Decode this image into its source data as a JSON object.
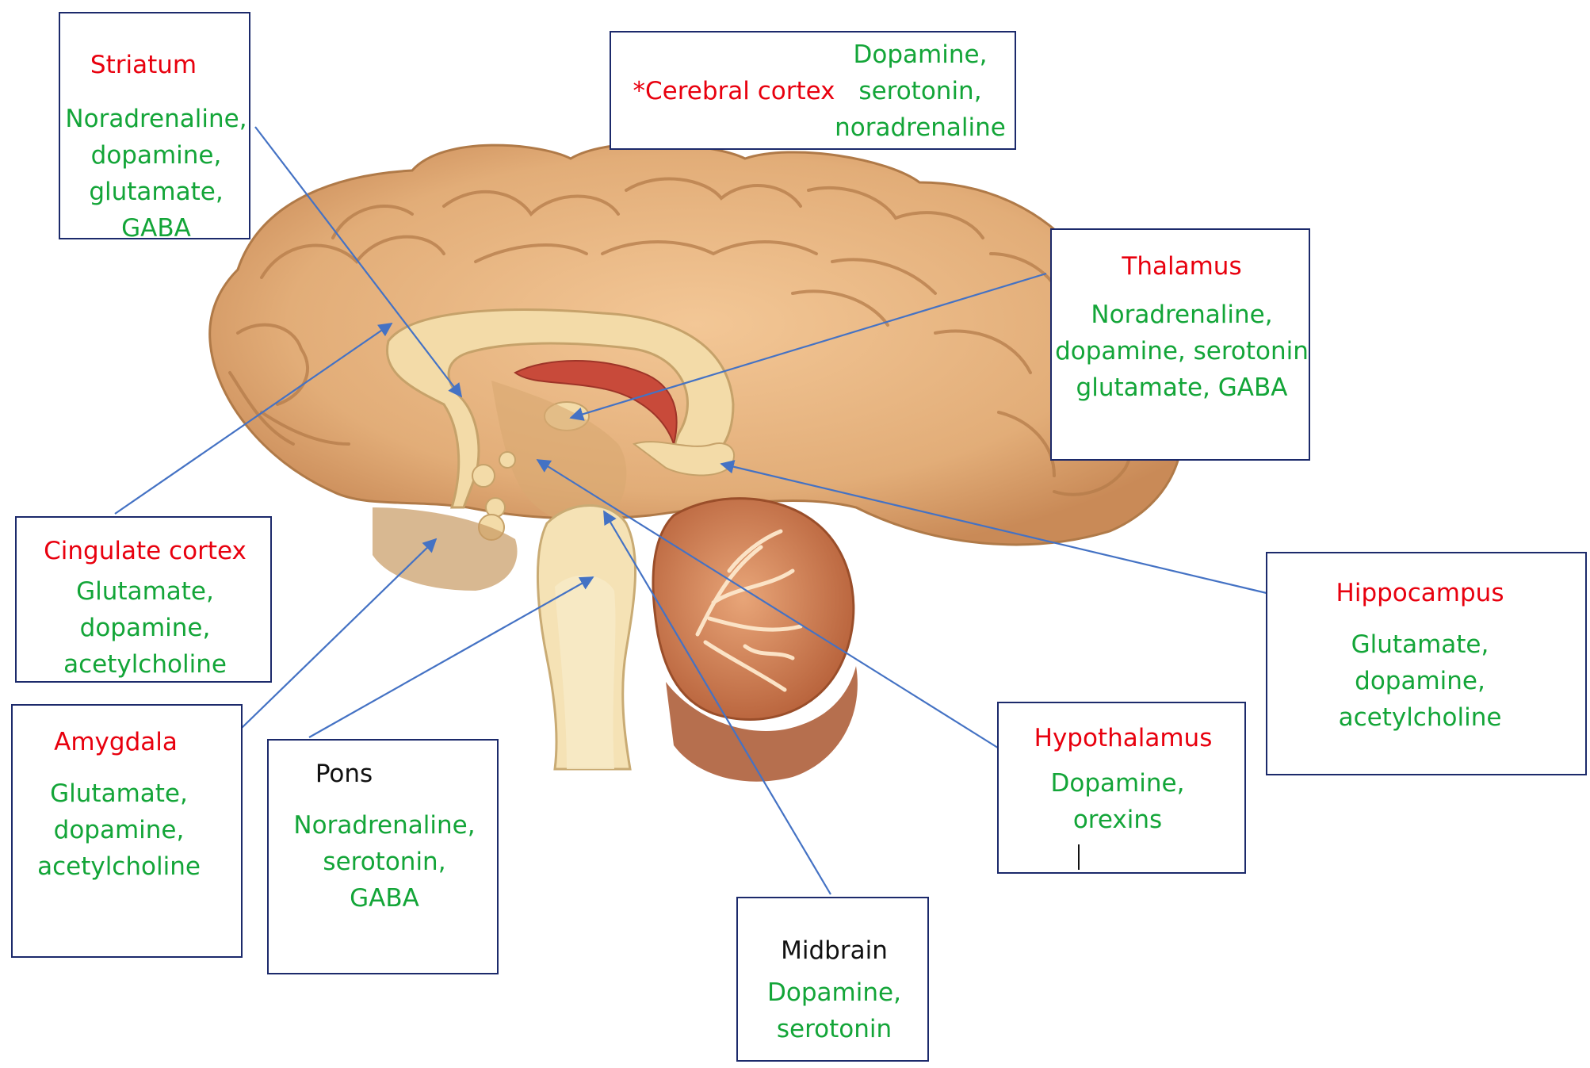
{
  "colors": {
    "region_title": "#e8000e",
    "neurotransmitter": "#13a538",
    "plain_title": "#111111",
    "box_border": "#1c2a6b",
    "leader_line": "#4472c4"
  },
  "labels": {
    "striatum": {
      "title": "Striatum",
      "nt": "Noradrenaline,\ndopamine,\nglutamate,\nGABA"
    },
    "cerebral_cortex": {
      "title": "*Cerebral cortex",
      "nt": "Dopamine,\nserotonin,\nnoradrenaline"
    },
    "thalamus": {
      "title": "Thalamus",
      "nt": "Noradrenaline,\ndopamine, serotonin\nglutamate, GABA"
    },
    "cingulate_cortex": {
      "title": "Cingulate cortex",
      "nt": "Glutamate,\ndopamine,\nacetylcholine"
    },
    "hippocampus": {
      "title": "Hippocampus",
      "nt": "Glutamate,\ndopamine,\nacetylcholine"
    },
    "amygdala": {
      "title": "Amygdala",
      "nt": "Glutamate,\ndopamine,\nacetylcholine"
    },
    "pons": {
      "title": "Pons",
      "nt": "Noradrenaline,\nserotonin,\nGABA"
    },
    "hypothalamus": {
      "title": "Hypothalamus",
      "nt": "Dopamine,\norexins"
    },
    "midbrain": {
      "title": "Midbrain",
      "nt": "Dopamine,\nserotonin"
    }
  }
}
